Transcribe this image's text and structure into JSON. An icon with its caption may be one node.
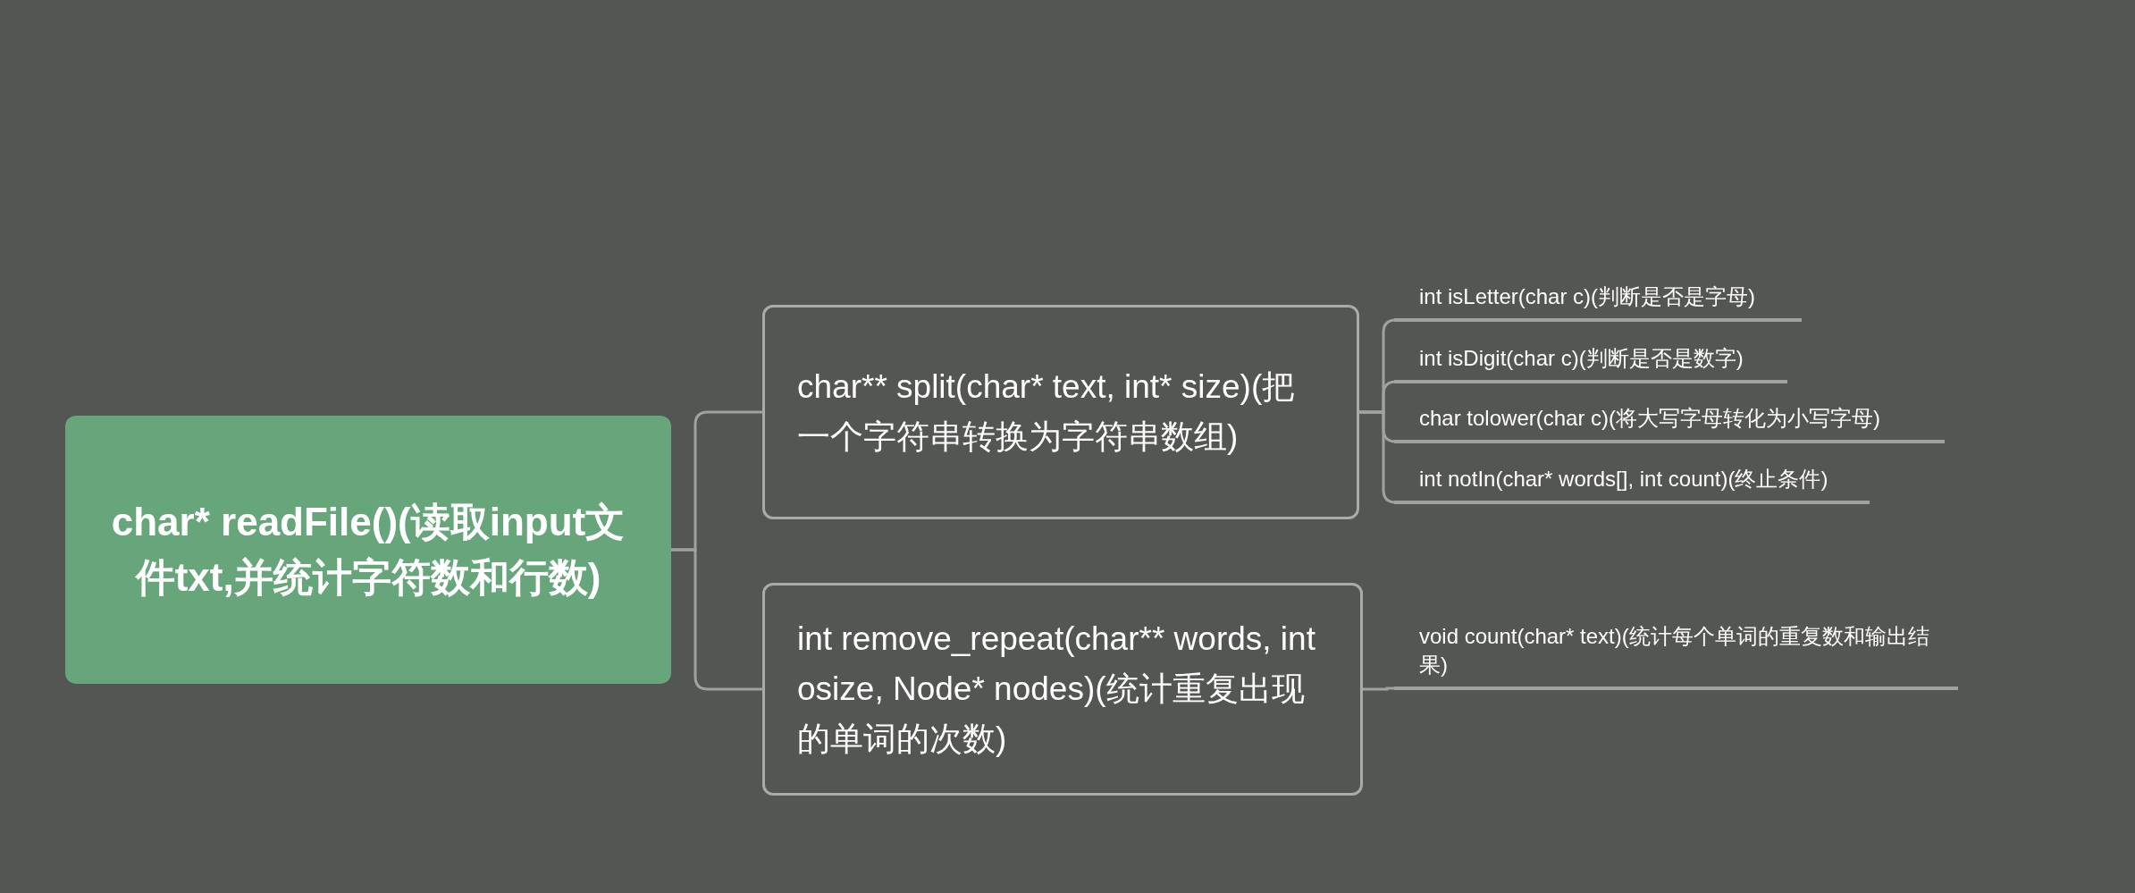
{
  "diagram": {
    "nodes": [
      {
        "text": [
          "char* readFile()(读取input文件txt,并统计字符数和行数)"
        ]
      },
      {
        "text": [
          "char** split(char* text, int* size)(把一个字符串转换为字符串数组)"
        ]
      },
      {
        "text": [
          "int remove_repeat(char** words, int osize, Node* nodes)(统计重复出现的单词的次数)"
        ]
      },
      {
        "text": [
          "int isLetter(char c)(判断是否是字母)"
        ]
      },
      {
        "text": [
          "int isDigit(char c)(判断是否是数字)"
        ]
      },
      {
        "text": [
          "char tolower(char c)(将大写字母转化为小写字母)"
        ]
      },
      {
        "text": [
          "int notIn(char* words[], int count)(终止条件)"
        ]
      },
      {
        "text": [
          "void count(char* text)(统计每个单词的重复数和输出结果)"
        ]
      }
    ],
    "edges": [
      {
        "from": 0,
        "to": 1,
        "arrow": "none"
      },
      {
        "from": 0,
        "to": 2,
        "arrow": "none"
      },
      {
        "from": 1,
        "to": 3,
        "arrow": "none"
      },
      {
        "from": 1,
        "to": 4,
        "arrow": "none"
      },
      {
        "from": 1,
        "to": 5,
        "arrow": "none"
      },
      {
        "from": 1,
        "to": 6,
        "arrow": "none"
      },
      {
        "from": 2,
        "to": 7,
        "arrow": "none"
      }
    ]
  }
}
